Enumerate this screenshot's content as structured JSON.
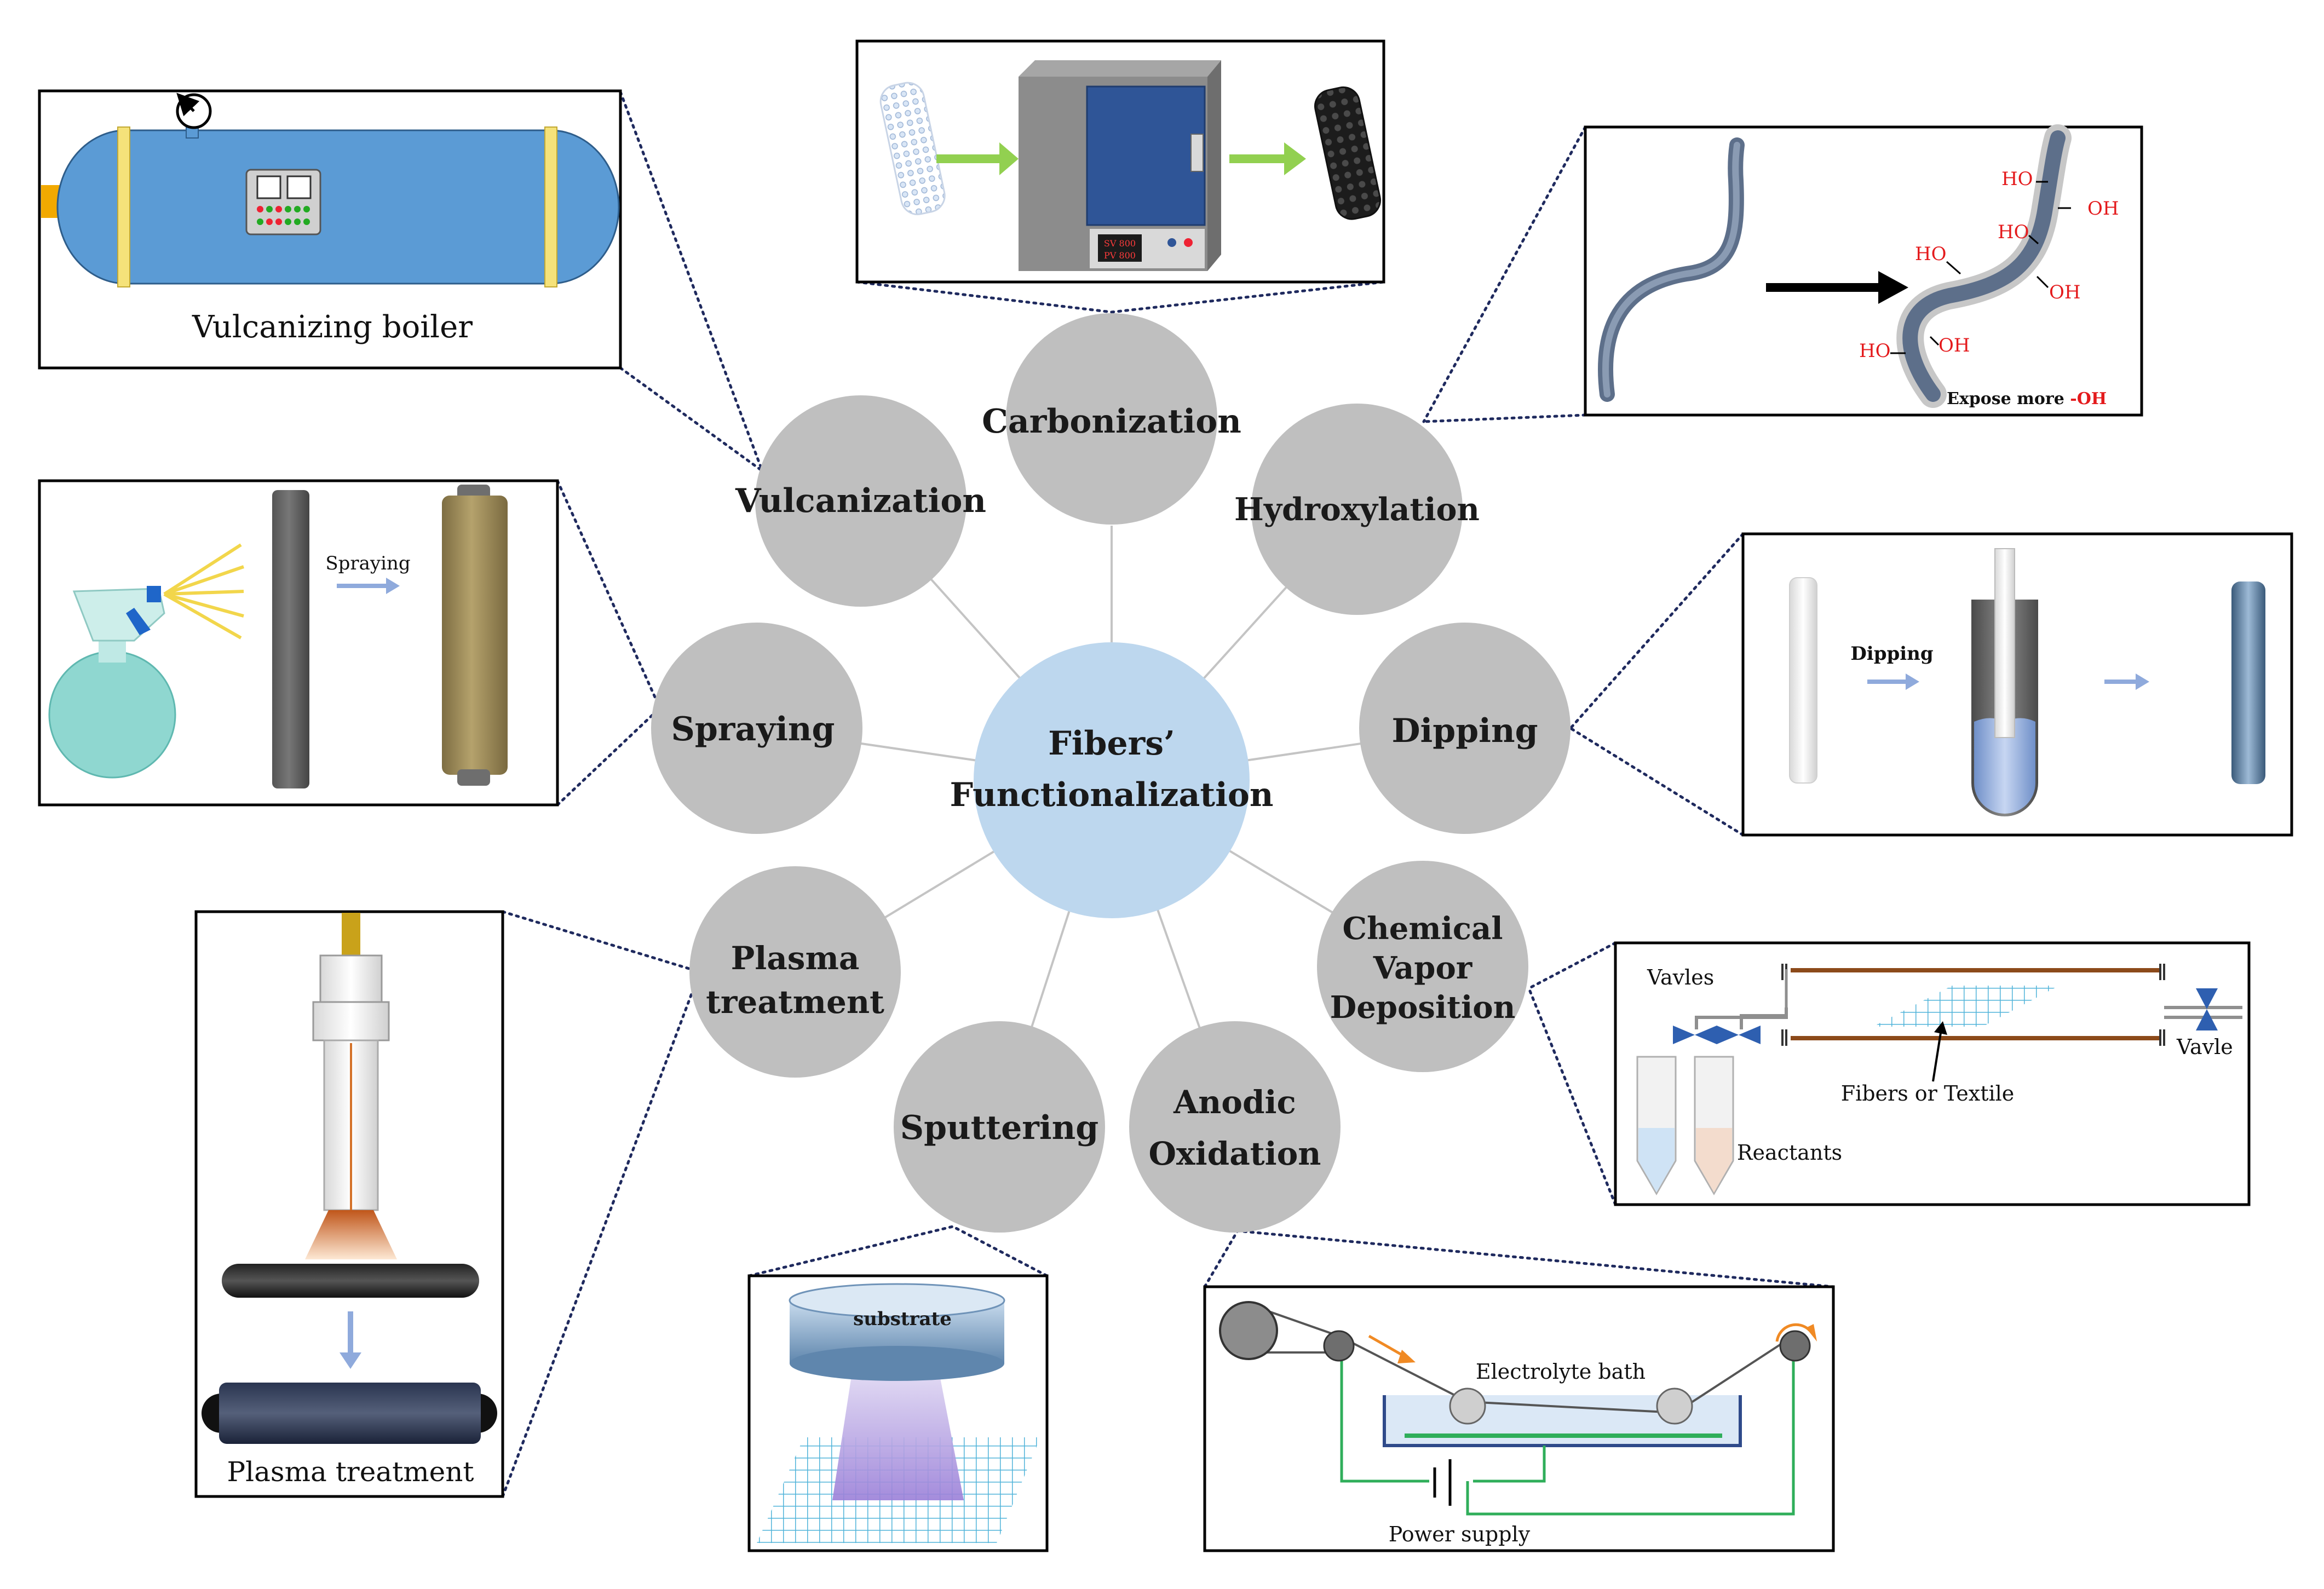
{
  "center": {
    "line1": "Fibers’",
    "line2": "Functionalization"
  },
  "nodes": {
    "carbonization": {
      "line1": "Carbonization"
    },
    "vulcanization": {
      "line1": "Vulcanization"
    },
    "hydroxylation": {
      "line1": "Hydroxylation"
    },
    "spraying": {
      "line1": "Spraying"
    },
    "dipping": {
      "line1": "Dipping"
    },
    "plasma": {
      "line1": "Plasma",
      "line2": "treatment"
    },
    "cvd": {
      "line1": "Chemical",
      "line2": "Vapor",
      "line3": "Deposition"
    },
    "sputtering": {
      "line1": "Sputtering"
    },
    "anodic": {
      "line1": "Anodic",
      "line2": "Oxidation"
    }
  },
  "panels": {
    "vulcanizing": {
      "caption": "Vulcanizing boiler"
    },
    "carbon": {
      "pv_label": "PV 800",
      "sv_label": "SV 800"
    },
    "hydroxyl": {
      "ho": "HO",
      "oh": "OH",
      "caption_prefix": "Expose more ",
      "caption_suffix": "-OH"
    },
    "spray": {
      "arrow_label": "Spraying"
    },
    "dip": {
      "arrow_label": "Dipping"
    },
    "cvd": {
      "valves": "Vavles",
      "valve": "Vavle",
      "fibers": "Fibers or Textile",
      "reactants": "Reactants"
    },
    "plasma": {
      "caption": "Plasma treatment"
    },
    "sputter": {
      "substrate": "substrate"
    },
    "anodic": {
      "bath": "Electrolyte bath",
      "power": "Power supply"
    }
  },
  "colors": {
    "node": "#bfbfbf",
    "center": "#bdd7ee",
    "boiler": "#5b9bd5",
    "oven": "#2f5597",
    "arrow_green": "#92d050",
    "arrow_blue": "#8faadc",
    "sprayed_fiber": "#a28f5a",
    "cvd_mesh": "#4fc3f7"
  }
}
